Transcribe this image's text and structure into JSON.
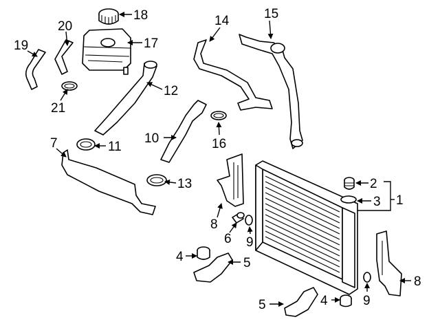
{
  "callouts": {
    "c1": "1",
    "c2": "2",
    "c3": "3",
    "c4a": "4",
    "c4b": "4",
    "c5a": "5",
    "c5b": "5",
    "c6": "6",
    "c7": "7",
    "c8a": "8",
    "c8b": "8",
    "c9a": "9",
    "c9b": "9",
    "c10": "10",
    "c11": "11",
    "c12": "12",
    "c13": "13",
    "c14": "14",
    "c15": "15",
    "c16": "16",
    "c17": "17",
    "c18": "18",
    "c19": "19",
    "c20": "20",
    "c21": "21"
  }
}
